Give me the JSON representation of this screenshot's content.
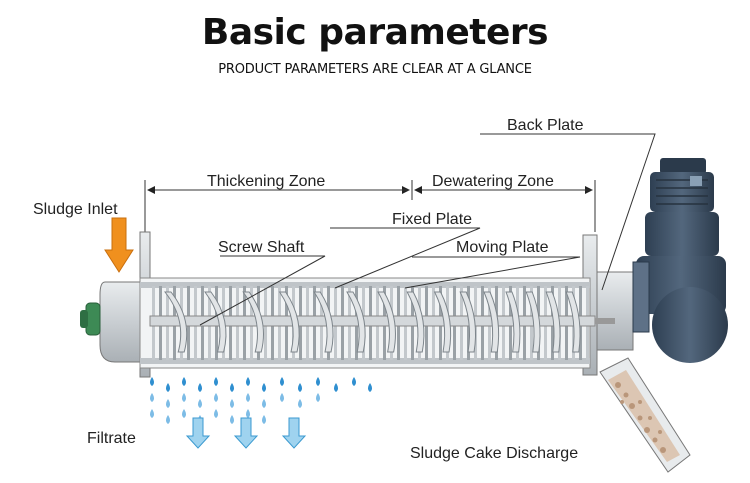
{
  "header": {
    "title": "Basic parameters",
    "subtitle": "PRODUCT PARAMETERS ARE CLEAR AT A GLANCE"
  },
  "labels": {
    "back_plate": "Back Plate",
    "thickening_zone": "Thickening Zone",
    "dewatering_zone": "Dewatering Zone",
    "sludge_inlet": "Sludge Inlet",
    "fixed_plate": "Fixed Plate",
    "screw_shaft": "Screw Shaft",
    "moving_plate": "Moving Plate",
    "filtrate": "Filtrate",
    "sludge_cake_discharge": "Sludge Cake Discharge"
  },
  "colors": {
    "inlet_arrow": "#f0901e",
    "filtrate_arrow": "#9fd3ef",
    "droplet": "#2f8fd0",
    "motor": "#3b4f66",
    "metal": "#cfd3d6",
    "sludge": "#d9bfa8"
  }
}
